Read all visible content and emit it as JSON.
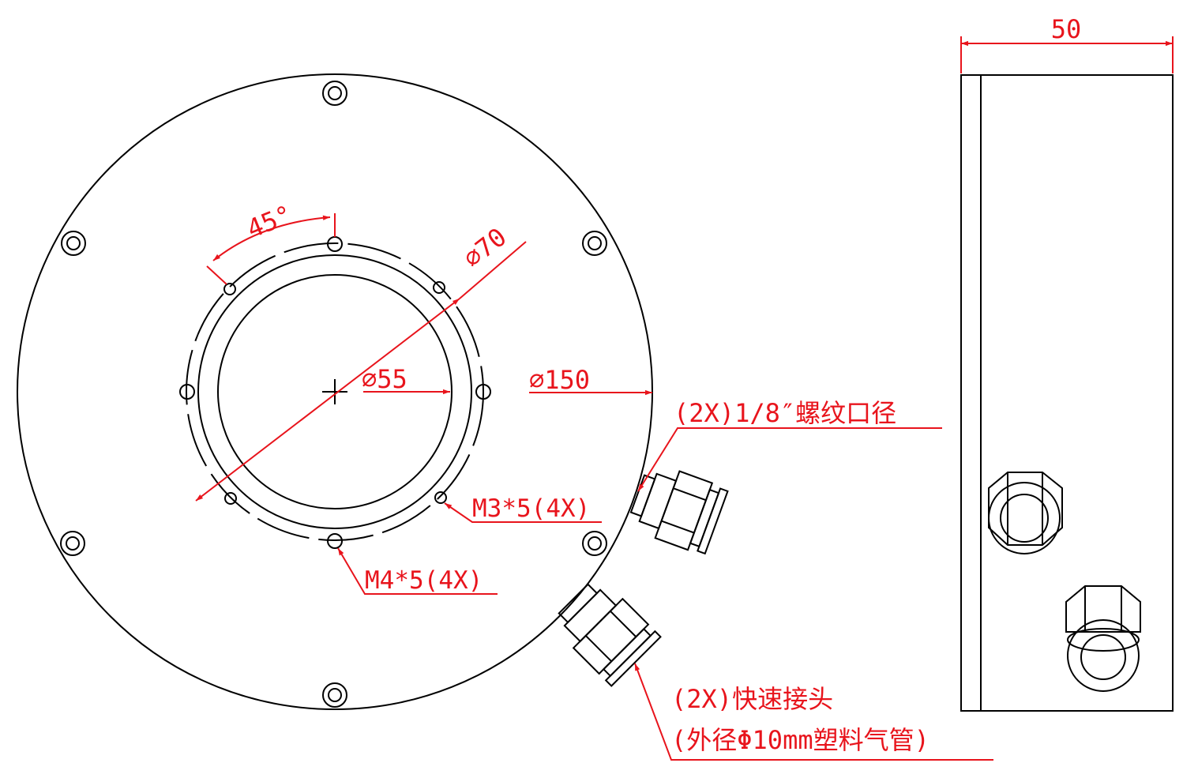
{
  "colors": {
    "outline": "#000000",
    "dimension": "#e8141c",
    "background": "#ffffff"
  },
  "front_view": {
    "angle_label": "45°",
    "dia70_label": "⌀70",
    "dia55_label": "⌀55",
    "dia150_label": "⌀150",
    "thread_label": "(2X)1/8″螺纹口径",
    "m3_label": "M3*5(4X)",
    "m4_label": "M4*5(4X)",
    "fitting_label_line1": "(2X)快速接头",
    "fitting_label_line2": "(外径Φ10mm塑料气管)"
  },
  "side_view": {
    "width_label": "50"
  }
}
